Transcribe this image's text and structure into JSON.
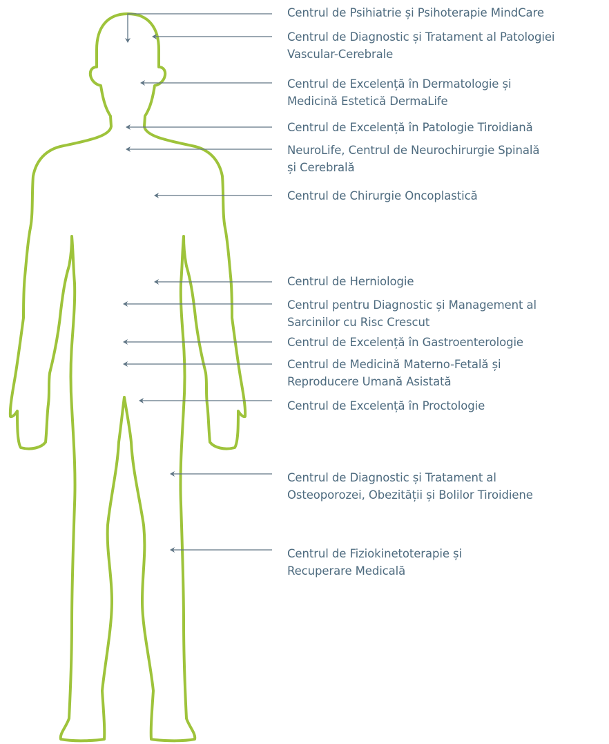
{
  "colors": {
    "outline": "#9ec33b",
    "pointer": "#5f7585",
    "text": "#4e6b7f"
  },
  "centers": [
    {
      "lines": [
        "Centrul de Psihiatrie și Psihoterapie MindCare"
      ]
    },
    {
      "lines": [
        "Centrul de Diagnostic și Tratament al Patologiei",
        "Vascular-Cerebrale"
      ]
    },
    {
      "lines": [
        "Centrul de Excelență în Dermatologie și",
        "Medicină Estetică DermaLife"
      ]
    },
    {
      "lines": [
        "Centrul de Excelență în Patologie Tiroidiană"
      ]
    },
    {
      "lines": [
        "NeuroLife, Centrul de Neurochirurgie Spinală",
        "și Cerebrală"
      ]
    },
    {
      "lines": [
        "Centrul de Chirurgie Oncoplastică"
      ]
    },
    {
      "lines": [
        "Centrul de Herniologie"
      ]
    },
    {
      "lines": [
        "Centrul pentru Diagnostic și Management al",
        "Sarcinilor cu Risc Crescut"
      ]
    },
    {
      "lines": [
        "Centrul de Excelență în Gastroenterologie"
      ]
    },
    {
      "lines": [
        "Centrul de Medicină Materno-Fetală și",
        "Reproducere Umană Asistată"
      ]
    },
    {
      "lines": [
        "Centrul de Excelență în Proctologie"
      ]
    },
    {
      "lines": [
        "Centrul de Diagnostic și Tratament al",
        "Osteoporozei, Obezității și Bolilor Tiroidiene"
      ]
    },
    {
      "lines": [
        "Centrul de Fiziokinetoterapie și",
        "Recuperare Medicală"
      ]
    }
  ]
}
